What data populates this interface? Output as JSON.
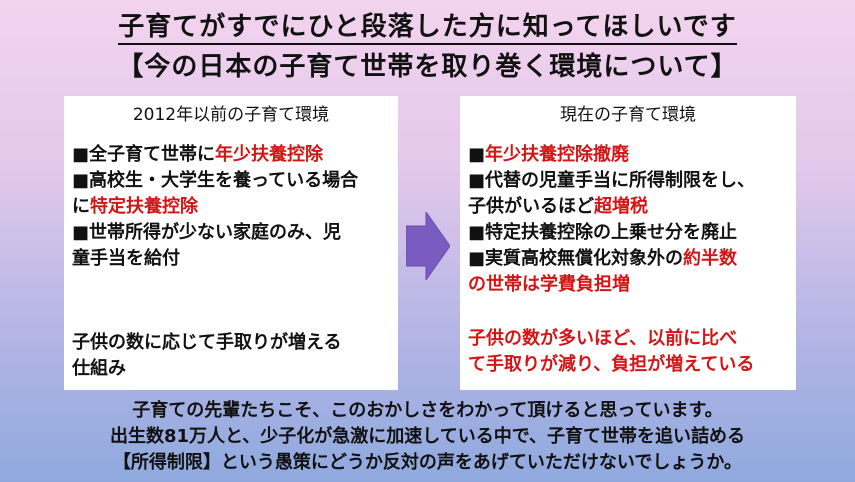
{
  "title": "子育てがすでにひと段落した方に知ってほしいです",
  "subtitle": "【今の日本の子育て世帯を取り巻く環境について】",
  "left_panel": {
    "heading": "2012年以前の子育て環境",
    "items": [
      {
        "prefix": "■全子育て世帯に",
        "highlight": "年少扶養控除"
      },
      {
        "text": "■高校生・大学生を養っている場合"
      },
      {
        "prefix": "に",
        "highlight": "特定扶養控除"
      },
      {
        "text": "■世帯所得が少ない家庭のみ、児"
      },
      {
        "text": "童手当を給付"
      }
    ],
    "footnote_lines": [
      "子供の数に応じて手取りが増える",
      "仕組み"
    ]
  },
  "right_panel": {
    "heading": "現在の子育て環境",
    "items": [
      {
        "prefix": "■",
        "highlight": "年少扶養控除撤廃"
      },
      {
        "text": "■代替の児童手当に所得制限をし、"
      },
      {
        "prefix": "子供がいるほど",
        "highlight": "超増税"
      },
      {
        "text": "■特定扶養控除の上乗せ分を廃止"
      },
      {
        "prefix": "■実質高校無償化対象外の",
        "highlight": "約半数"
      },
      {
        "highlight_only": "の世帯は学費負担増"
      }
    ],
    "footnote_lines": [
      "子供の数が多いほど、以前に比べ",
      "て手取りが減り、負担が増えている"
    ]
  },
  "arrow_icon": "right-arrow-icon",
  "colors": {
    "accent_red": "#d41515",
    "arrow_fill": "#7a5bc0"
  },
  "bottom_lines": [
    "子育ての先輩たちこそ、このおかしさをわかって頂けると思っています。",
    "出生数81万人と、少子化が急激に加速している中で、子育て世帯を追い詰める",
    "【所得制限】という愚策にどうか反対の声をあげていただけないでしょうか。"
  ]
}
